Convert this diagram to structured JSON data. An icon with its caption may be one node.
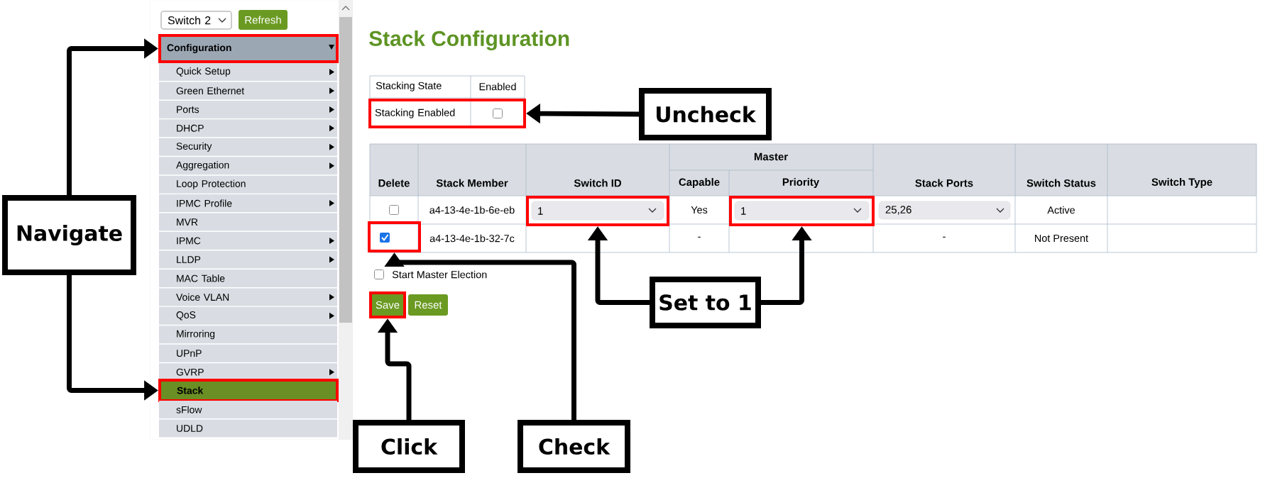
{
  "diagram": {
    "title": "Stack Configuration",
    "nodes": [
      {
        "text": [
          "Switch 2"
        ]
      },
      {
        "text": [
          "Refresh"
        ]
      },
      {
        "text": [
          "Configuration"
        ]
      },
      {
        "text": [
          "Quick Setup"
        ]
      },
      {
        "text": [
          "Green Ethernet"
        ]
      },
      {
        "text": [
          "Ports"
        ]
      },
      {
        "text": [
          "DHCP"
        ]
      },
      {
        "text": [
          "Security"
        ]
      },
      {
        "text": [
          "Aggregation"
        ]
      },
      {
        "text": [
          "Loop Protection"
        ]
      },
      {
        "text": [
          "IPMC Profile"
        ]
      },
      {
        "text": [
          "MVR"
        ]
      },
      {
        "text": [
          "IPMC"
        ]
      },
      {
        "text": [
          "LLDP"
        ]
      },
      {
        "text": [
          "MAC Table"
        ]
      },
      {
        "text": [
          "Voice VLAN"
        ]
      },
      {
        "text": [
          "QoS"
        ]
      },
      {
        "text": [
          "Mirroring"
        ]
      },
      {
        "text": [
          "UPnP"
        ]
      },
      {
        "text": [
          "GVRP"
        ]
      },
      {
        "text": [
          "Stack"
        ]
      },
      {
        "text": [
          "sFlow"
        ]
      },
      {
        "text": [
          "UDLD"
        ]
      },
      {
        "text": [
          "Navigate"
        ]
      },
      {
        "text": [
          "Stacking Enabled"
        ]
      },
      {
        "text": [
          "Uncheck"
        ]
      },
      {
        "text": [
          "1"
        ]
      },
      {
        "text": [
          "1"
        ]
      },
      {
        "text": [
          "25,26"
        ]
      },
      {
        "text": [],
        "shape": "box"
      },
      {
        "text": [
          "Save"
        ]
      },
      {
        "text": [
          "Reset"
        ]
      },
      {
        "text": [
          "Set to 1"
        ]
      },
      {
        "text": [
          "Click"
        ]
      },
      {
        "text": [
          "Check"
        ]
      }
    ],
    "edges": [
      {
        "from": 23,
        "to": 2,
        "arrow": "to"
      },
      {
        "from": 23,
        "to": 20,
        "arrow": "to"
      },
      {
        "from": 25,
        "to": 24,
        "arrow": "to"
      },
      {
        "from": 32,
        "to": 26,
        "arrow": "to"
      },
      {
        "from": 32,
        "to": 27,
        "arrow": "to"
      },
      {
        "from": 34,
        "to": 29,
        "arrow": "to"
      },
      {
        "from": 33,
        "to": 30,
        "arrow": "to"
      }
    ],
    "labels": [
      "Stacking State",
      "Enabled",
      "Master",
      "Delete",
      "Stack Member",
      "Switch ID",
      "Capable",
      "Priority",
      "Stack Ports",
      "Switch Status",
      "Switch Type",
      "a4-13-4e-1b-6e-eb",
      "Yes",
      "Active",
      "a4-13-4e-1b-32-7c",
      "-",
      "-",
      "Not Present",
      "Start Master Election"
    ]
  }
}
